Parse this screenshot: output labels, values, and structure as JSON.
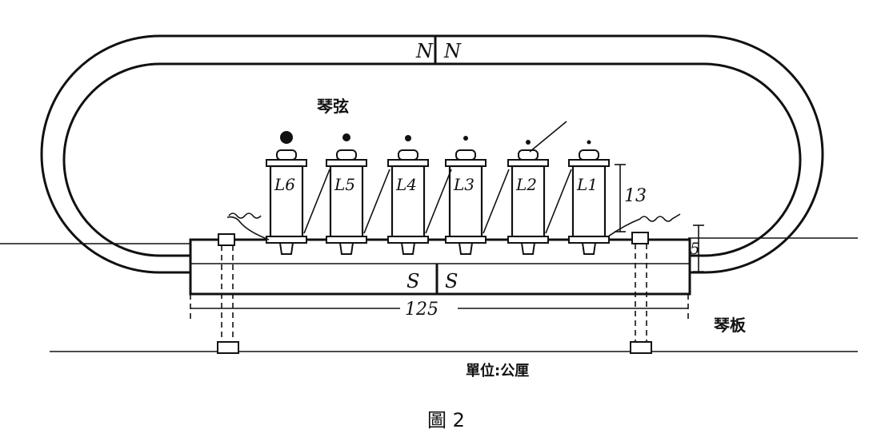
{
  "magnet": {
    "pole_top_left": "N",
    "pole_top_right": "N",
    "pole_bottom_left": "S",
    "pole_bottom_right": "S"
  },
  "label_strings": "琴弦",
  "label_board": "琴板",
  "label_unit": "單位:公厘",
  "caption": "圖 2",
  "dimensions": {
    "height": "13",
    "base": "5",
    "length": "125"
  },
  "coils": [
    {
      "label": "L6"
    },
    {
      "label": "L5"
    },
    {
      "label": "L4"
    },
    {
      "label": "L3"
    },
    {
      "label": "L2"
    },
    {
      "label": "L1"
    }
  ]
}
